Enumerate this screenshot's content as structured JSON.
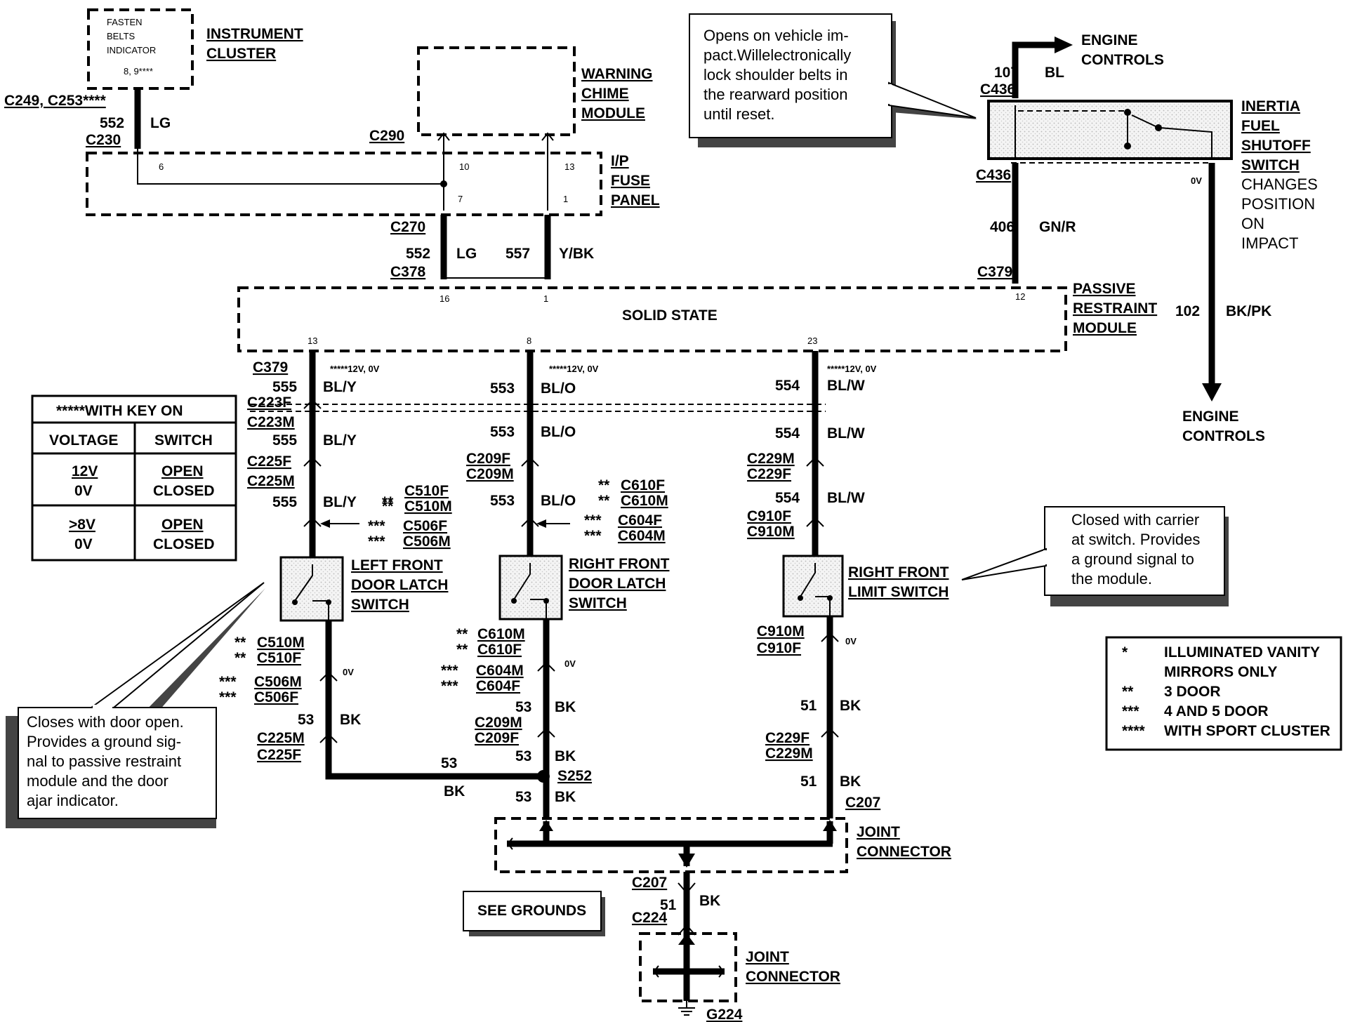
{
  "components": {
    "instrument_cluster": {
      "title": [
        "INSTRUMENT",
        "CLUSTER"
      ],
      "indicator": [
        "FASTEN",
        "BELTS",
        "INDICATOR"
      ],
      "pins": "8, 9****"
    },
    "warning_chime": {
      "title": [
        "WARNING",
        "CHIME",
        "MODULE"
      ],
      "connector": "C290"
    },
    "ip_fuse_panel": {
      "title": [
        "I/P",
        "FUSE",
        "PANEL"
      ],
      "pins": [
        "6",
        "10",
        "13",
        "7",
        "1"
      ]
    },
    "passive_restraint": {
      "title": [
        "PASSIVE",
        "RESTRAINT",
        "MODULE"
      ],
      "inner": "SOLID STATE",
      "pins_top": [
        "16",
        "1",
        "12"
      ],
      "pins_bottom": [
        "13",
        "8",
        "23"
      ]
    },
    "inertia_switch": {
      "title": [
        "INERTIA",
        "FUEL",
        "SHUTOFF",
        "SWITCH"
      ],
      "desc": [
        "CHANGES",
        "POSITION",
        "ON",
        "IMPACT"
      ]
    },
    "engine_controls_top": [
      "ENGINE",
      "CONTROLS"
    ],
    "engine_controls_bottom": [
      "ENGINE",
      "CONTROLS"
    ],
    "left_latch": [
      "LEFT FRONT",
      "DOOR LATCH",
      "SWITCH"
    ],
    "right_latch": [
      "RIGHT FRONT",
      "DOOR LATCH",
      "SWITCH"
    ],
    "right_limit": [
      "RIGHT FRONT",
      "LIMIT SWITCH"
    ],
    "joint_connector_1": [
      "JOINT",
      "CONNECTOR"
    ],
    "joint_connector_2": [
      "JOINT",
      "CONNECTOR"
    ],
    "see_grounds": "SEE GROUNDS",
    "ground": "G224",
    "splice": "S252"
  },
  "callouts": {
    "top": [
      "Opens on vehicle im-",
      "pact.Willelectronically",
      "lock shoulder belts in",
      "the rearward position",
      "until reset."
    ],
    "right": [
      "Closed with carrier",
      "at switch. Provides",
      "a ground signal to",
      "the module."
    ],
    "left": [
      "Closes with door open.",
      "Provides a ground sig-",
      "nal to passive restraint",
      "module and the door",
      "ajar indicator."
    ]
  },
  "key_table": {
    "header": "*****WITH  KEY  ON",
    "col_voltage": "VOLTAGE",
    "col_switch": "SWITCH",
    "rows": [
      {
        "v1": "12V",
        "v2": "0V",
        "s1": "OPEN",
        "s2": "CLOSED"
      },
      {
        "v1": ">8V",
        "v2": "0V",
        "s1": "OPEN",
        "s2": "CLOSED"
      }
    ]
  },
  "legend": [
    {
      "mark": "*",
      "text": [
        "ILLUMINATED VANITY",
        "MIRRORS ONLY"
      ]
    },
    {
      "mark": "**",
      "text": [
        "3 DOOR"
      ]
    },
    {
      "mark": "***",
      "text": [
        "4 AND 5 DOOR"
      ]
    },
    {
      "mark": "****",
      "text": [
        "WITH SPORT CLUSTER"
      ]
    }
  ],
  "labels": {
    "c249": "C249, C253****",
    "w552": "552",
    "lg": "LG",
    "c230": "C230",
    "c270": "C270",
    "c378": "C378",
    "w557": "557",
    "ybk": "Y/BK",
    "w107": "107",
    "bl": "BL",
    "c436a": "C436",
    "c436b": "C436",
    "w406": "406",
    "gnr": "GN/R",
    "c379a": "C379",
    "c379b": "C379",
    "w102": "102",
    "bkpk": "BK/PK",
    "ov_inertia": "0V",
    "v_key": "*****12V, 0V",
    "w555": "555",
    "bly": "BL/Y",
    "w553": "553",
    "blo": "BL/O",
    "w554": "554",
    "blw": "BL/W",
    "c223f": "C223F",
    "c223m": "C223M",
    "c225f": "C225F",
    "c225m": "C225M",
    "c209f": "C209F",
    "c209m": "C209M",
    "c229m": "C229M",
    "c229f": "C229F",
    "c910f": "C910F",
    "c910m": "C910M",
    "c510f": "C510F",
    "c510m": "C510M",
    "c506f": "C506F",
    "c506m": "C506M",
    "c610f": "C610F",
    "c610m": "C610M",
    "c604f": "C604F",
    "c604m": "C604M",
    "s2": "**",
    "s3": "***",
    "ov": "0V",
    "w53": "53",
    "bk": "BK",
    "w51": "51",
    "c207a": "C207",
    "c207b": "C207",
    "c224": "C224"
  }
}
